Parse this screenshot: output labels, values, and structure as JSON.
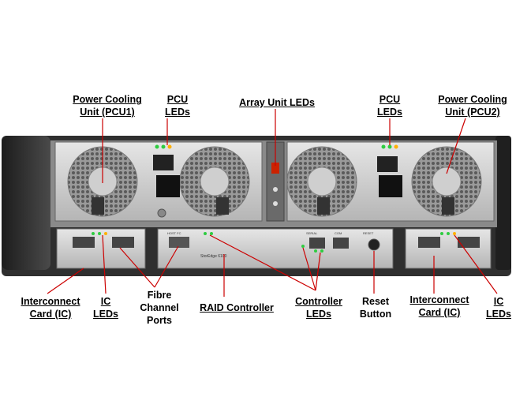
{
  "labels": {
    "pcu1": [
      "Power Cooling",
      "Unit (PCU1)"
    ],
    "pcu_leds_left": [
      "PCU",
      "LEDs"
    ],
    "array_unit_leds": [
      "Array Unit LEDs"
    ],
    "pcu_leds_right": [
      "PCU",
      "LEDs"
    ],
    "pcu2": [
      "Power Cooling",
      "Unit (PCU2)"
    ],
    "ic_left": [
      "Interconnect",
      "Card (IC)"
    ],
    "ic_leds_left": [
      "IC",
      "LEDs"
    ],
    "fibre_channel": [
      "Fibre",
      "Channel",
      "Ports"
    ],
    "raid_controller": [
      "RAID Controller"
    ],
    "controller_leds": [
      "Controller",
      "LEDs"
    ],
    "reset_button": [
      "Reset",
      "Button"
    ],
    "ic_right": [
      "Interconnect",
      "Card (IC)"
    ],
    "ic_leds_right": [
      "IC",
      "LEDs"
    ]
  },
  "device_markings": {
    "controller_brand": "StorEdge 6100",
    "serial_label": "SERIAL",
    "com_label": "COM",
    "reset_label": "RESET",
    "host_fc_label": "HOST FC"
  },
  "colors": {
    "chassis": "#2f2f2f",
    "metal": "#c9c9c9",
    "leader_line": "#cc0000"
  }
}
